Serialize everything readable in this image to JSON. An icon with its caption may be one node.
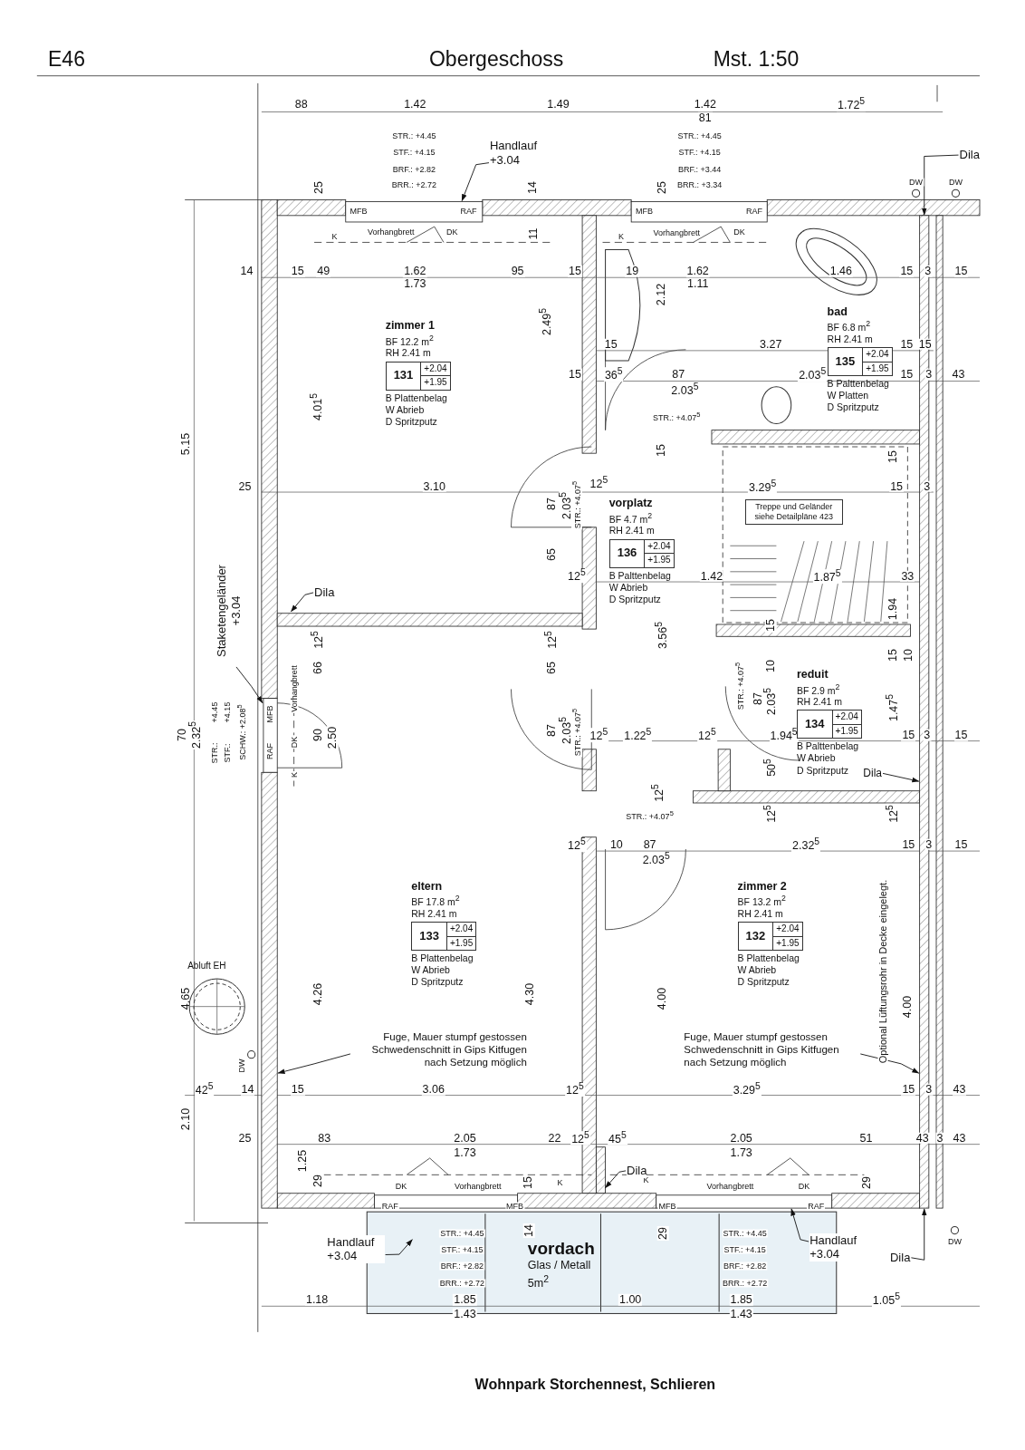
{
  "diagram": {
    "title": "Obergeschoss",
    "nodes": [
      {
        "text": [
          "zimmer 1",
          "BF 12.2 m$^{2}$",
          "RH 2.41 m",
          "131",
          "+2.04",
          "+1.95",
          "B Plattenbelag",
          "W Abrieb",
          "D Spritzputz"
        ]
      },
      {
        "text": [
          "bad",
          "BF 6.8 m$^{2}$",
          "RH 2.41 m",
          "135",
          "+2.04",
          "+1.95",
          "B Palttenbelag",
          "W Platten",
          "D Spritzputz"
        ]
      },
      {
        "text": [
          "Treppe und Geländer siehe Detailpläne 423"
        ]
      },
      {
        "text": [
          "vorplatz",
          "BF 4.7 m$^{2}$",
          "RH 2.41 m",
          "136",
          "+2.04",
          "+1.95",
          "B Palttenbelag",
          "W Abrieb",
          "D Spritzputz"
        ]
      },
      {
        "text": [
          "reduit",
          "BF 2.9 m$^{2}$",
          "RH 2.41 m",
          "134",
          "+2.04",
          "+1.95",
          "B Palttenbelag",
          "W Abrieb",
          "D Spritzputz"
        ]
      },
      {
        "text": [
          "eltern",
          "BF 17.8 m$^{2}$",
          "RH 2.41 m",
          "133",
          "+2.04",
          "+1.95",
          "B Plattenbelag",
          "W Abrieb",
          "D Spritzputz"
        ]
      },
      {
        "text": [
          "zimmer 2",
          "BF 13.2 m$^{2}$",
          "RH 2.41 m",
          "132",
          "+2.04",
          "+1.95",
          "B Plattenbelag",
          "W Abrieb",
          "D Spritzputz"
        ]
      },
      {
        "text": [
          "vordach",
          "Glas / Metall",
          "5m$^{2}$"
        ]
      },
      {
        "text": [
          "Abluft EH"
        ]
      },
      {
        "text": [
          "Handlauf +3.04"
        ]
      },
      {
        "text": [
          "Dila"
        ]
      },
      {
        "text": [
          "Staketengeländer +3.04"
        ]
      },
      {
        "text": [
          "Dila"
        ]
      },
      {
        "text": [
          "Fuge, Mauer stumpf gestossen Schwedenschnitt in Gips Kitfugen nach Setzung möglich"
        ]
      },
      {
        "text": [
          "Fuge, Mauer stumpf gestossen Schwedenschnitt in Gips Kitfugen nach Setzung möglich"
        ]
      },
      {
        "text": [
          "Dila"
        ]
      },
      {
        "text": [
          "Handlauf +3.04"
        ]
      },
      {
        "text": [
          "Handlauf +3.04"
        ]
      },
      {
        "text": [
          "Dila"
        ]
      },
      {
        "text": [
          "Dila"
        ]
      },
      {
        "text": [],
        "shape": "box"
      },
      {
        "text": [],
        "shape": "box"
      },
      {
        "text": [],
        "shape": "box"
      },
      {
        "text": [],
        "shape": "box"
      },
      {
        "text": [],
        "shape": "box"
      }
    ],
    "edges": [
      {
        "from": 9,
        "to": 20,
        "arrow": "to"
      },
      {
        "from": 10,
        "to": 21,
        "arrow": "to"
      },
      {
        "from": 11,
        "to": 22,
        "arrow": "to"
      },
      {
        "from": 12,
        "to": null,
        "arrow": "to"
      },
      {
        "from": 13,
        "to": 23,
        "arrow": "to"
      },
      {
        "from": 14,
        "to": 21,
        "arrow": "to"
      },
      {
        "from": 15,
        "to": 21,
        "arrow": "to"
      },
      {
        "from": 16,
        "to": null,
        "arrow": "to"
      },
      {
        "from": 17,
        "to": 24,
        "arrow": "to"
      },
      {
        "from": 18,
        "to": null,
        "arrow": "to"
      },
      {
        "from": 19,
        "to": 21,
        "arrow": "to"
      }
    ],
    "labels": [
      "E46",
      "Mst. 1:50",
      "88",
      "1.42",
      "1.49",
      "1.42",
      "81",
      "1.72$^{5}$",
      "STR.: +4.45",
      "STF.: +4.15",
      "BRF.: +2.82",
      "BRR.: +2.72",
      "STR.: +4.45",
      "STF.: +4.15",
      "BRF.: +3.44",
      "BRR.: +3.34",
      "25",
      "14",
      "25",
      "DW",
      "DW",
      "MFB",
      "RAF",
      "MFB",
      "RAF",
      "K",
      "Vorhangbrett",
      "DK",
      "K",
      "Vorhangbrett",
      "DK",
      "11",
      "14",
      "15",
      "49",
      "1.62",
      "1.73",
      "95",
      "15",
      "19",
      "1.62",
      "1.11",
      "1.46",
      "15",
      "3",
      "15",
      "2.12",
      "2.49$^{5}$",
      "4.01$^{5}$",
      "5.15",
      "15",
      "3.27",
      "15",
      "15",
      "15",
      "36$^{5}$",
      "87",
      "2.03$^{5}$",
      "2.03$^{5}$",
      "15",
      "3",
      "43",
      "STR.: +4.07$^{5}$",
      "15",
      "15",
      "25",
      "3.10",
      "12$^{5}$",
      "3.29$^{5}$",
      "15",
      "3",
      "87",
      "2.03$^{5}$",
      "STR.: +4.07$^{5}$",
      "12$^{5}$",
      "1.42",
      "1.87$^{5}$",
      "33",
      "65",
      "1.94",
      "15",
      "12$^{5}$",
      "66",
      "12$^{5}$",
      "65",
      "3.56$^{5}$",
      "15",
      "10",
      "10",
      "70",
      "2.32$^{5}$",
      "STR.:",
      "+4.45",
      "STF.:",
      "+4.15",
      "SCHW.: +2.08$^{5}$",
      "RAF",
      "MFB",
      "DK",
      "Vorhangbrett",
      "K",
      "90",
      "2.50",
      "87",
      "2.03$^{5}$",
      "STR.: +4.07$^{5}$",
      "12$^{5}$",
      "1.22$^{5}$",
      "12$^{5}$",
      "1.94$^{5}$",
      "STR.: +4.07$^{5}$",
      "87",
      "2.03$^{5}$",
      "1.47$^{5}$",
      "15",
      "3",
      "15",
      "50$^{5}$",
      "12$^{5}$",
      "STR.: +4.07$^{5}$",
      "12$^{5}$",
      "12$^{5}$",
      "12$^{5}$",
      "10",
      "87",
      "2.03$^{5}$",
      "2.32$^{5}$",
      "15",
      "3",
      "15",
      "Optional Lüftungsrohr in Decke eingelegt.",
      "4.65",
      "4.26",
      "4.30",
      "4.00",
      "4.00",
      "DW",
      "42$^{5}$",
      "14",
      "15",
      "3.06",
      "12$^{5}$",
      "3.29$^{5}$",
      "15",
      "3",
      "43",
      "2.10",
      "25",
      "83",
      "2.05",
      "1.73",
      "22",
      "12$^{5}$",
      "45$^{5}$",
      "2.05",
      "1.73",
      "51",
      "43",
      "3",
      "43",
      "1.25",
      "29",
      "DK",
      "Vorhangbrett",
      "15",
      "K",
      "K",
      "Vorhangbrett",
      "DK",
      "29",
      "RAF",
      "MFB",
      "MFB",
      "RAF",
      "14",
      "29",
      "STR.: +4.45",
      "STF.: +4.15",
      "BRF.: +2.82",
      "BRR.: +2.72",
      "STR.: +4.45",
      "STF.: +4.15",
      "BRF.: +2.82",
      "BRR.: +2.72",
      "DW",
      "1.18",
      "1.85",
      "1.43",
      "1.00",
      "1.85",
      "1.43",
      "1.05$^{5}$",
      "Wohnpark Storchennest, Schlieren"
    ]
  }
}
